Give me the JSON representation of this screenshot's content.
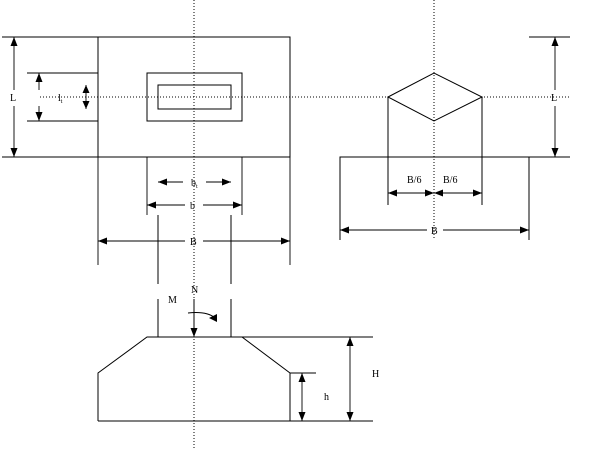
{
  "labels": {
    "plan_L": "L",
    "plan_l1": "l",
    "plan_l1_sub": "t",
    "plan_bt": "b",
    "plan_bt_sub": "t",
    "plan_b": "b",
    "plan_B": "B",
    "right_L": "L",
    "right_B6_left": "B/6",
    "right_B6_right": "B/6",
    "right_B": "B",
    "elev_N": "N",
    "elev_M": "M",
    "elev_H": "H",
    "elev_h": "h"
  },
  "colors": {
    "line": "#000000",
    "background": "#ffffff"
  }
}
